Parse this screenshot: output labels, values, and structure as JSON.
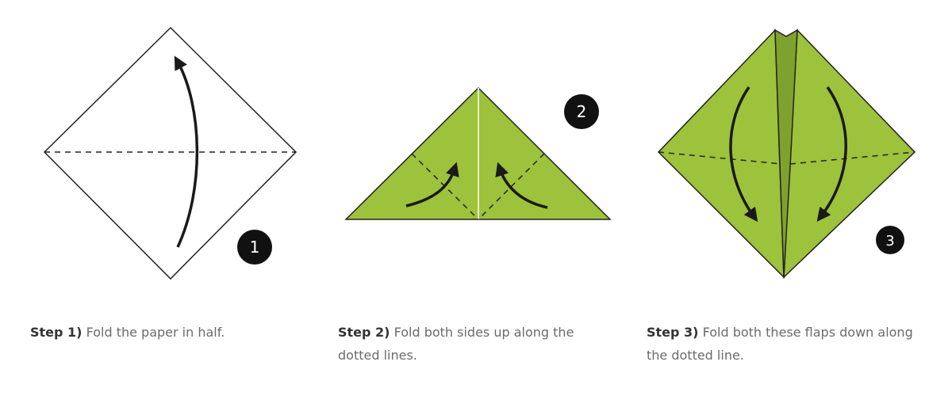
{
  "colors": {
    "paper_green": "#9dc23b",
    "fold_dark_green": "#7fa12d",
    "outline": "#222222",
    "badge": "#111111"
  },
  "steps": [
    {
      "badge": "1",
      "label": "Step 1)",
      "text": "Fold the paper in half."
    },
    {
      "badge": "2",
      "label": "Step 2)",
      "text": "Fold both sides up along the dotted lines."
    },
    {
      "badge": "3",
      "label": "Step 3)",
      "text": "Fold both these flaps down along the dotted line."
    }
  ]
}
